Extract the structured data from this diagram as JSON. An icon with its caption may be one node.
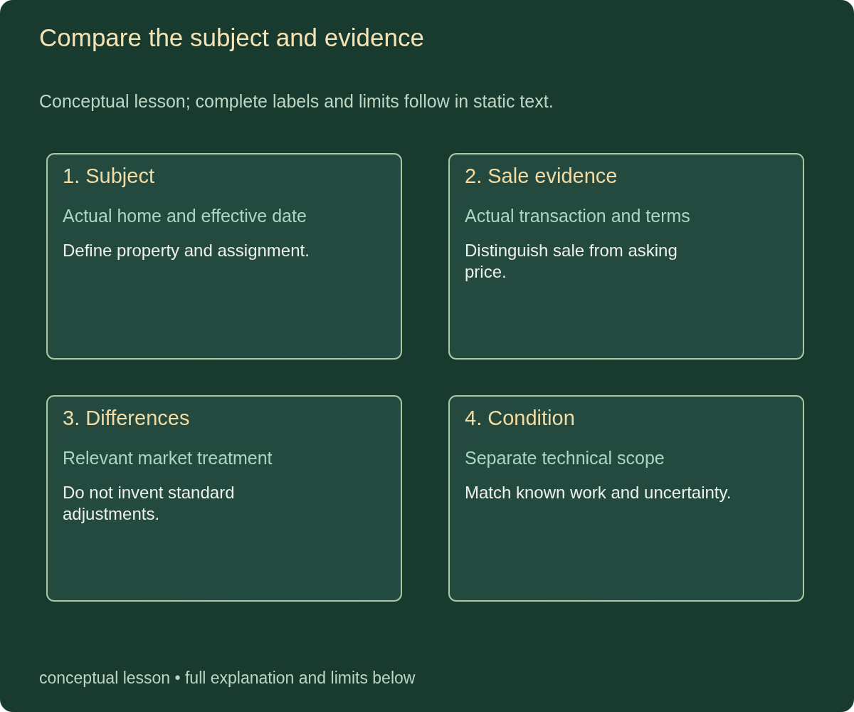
{
  "diagram": {
    "title": "Compare the subject and evidence",
    "nodes": [
      {
        "text": [
          "1. Subject",
          "Actual home and effective date",
          "Define property and assignment."
        ]
      },
      {
        "text": [
          "2. Sale evidence",
          "Actual transaction and terms",
          "Distinguish sale from asking price."
        ]
      },
      {
        "text": [
          "3. Differences",
          "Relevant market treatment",
          "Do not invent standard adjustments."
        ]
      },
      {
        "text": [
          "4. Condition",
          "Separate technical scope",
          "Match known work and uncertainty."
        ]
      }
    ],
    "labels": [
      "Conceptual lesson; complete labels and limits follow in static text.",
      "conceptual lesson • full explanation and limits below"
    ]
  }
}
